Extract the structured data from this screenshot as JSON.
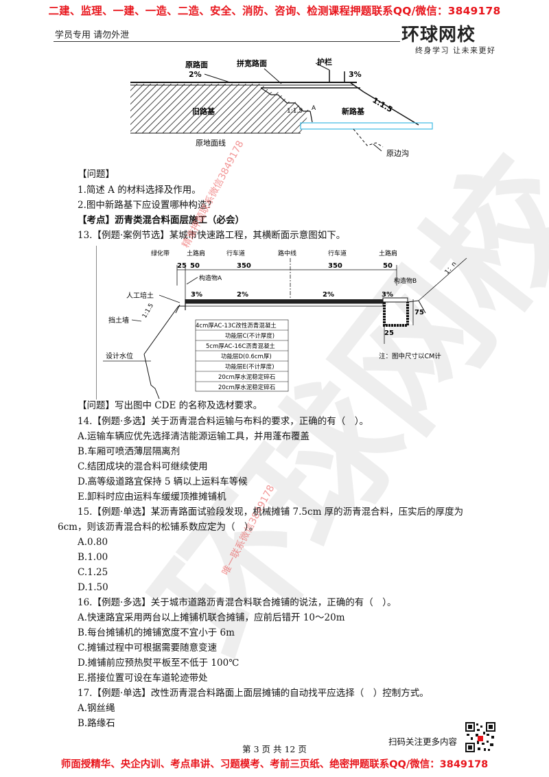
{
  "header": {
    "top_banner": "二建、监理、一建、一造、二造、安全、消防、咨询、检测课程押题联系QQ/微信：3849178",
    "left_note": "学员专用 请勿外泄",
    "logo_main": "环球网校",
    "logo_sub": "终身学习 让未来更好"
  },
  "diagram1": {
    "labels": {
      "old_surface": "原路面",
      "old_slope": "2%",
      "widened_surface": "拼宽路面",
      "guardrail": "护栏",
      "guard_slope": "3%",
      "slope_ratio_right": "1:1.5",
      "slope_ratio_step": "1:1.5",
      "marker_a": "A",
      "old_subgrade": "旧路基",
      "new_subgrade": "新路基",
      "ground_line": "原地面线",
      "old_ditch": "原边沟"
    }
  },
  "section1": {
    "question_head": "【问题】",
    "q1": "1.简述 A 的材料选择及作用。",
    "q2": "2.图中新路基下应设置哪种构造？",
    "topic": "【考点】沥青类混合料面层施工（必会）",
    "q13": "13.【例题·案例节选】某城市快速路工程，其横断面示意图如下。"
  },
  "diagram2": {
    "labels": {
      "green_belt": "绿化带",
      "shoulder_left": "土路肩",
      "lane_left": "行车道",
      "centerline": "路中线",
      "lane_right": "行车道",
      "shoulder_right": "土路肩",
      "dim_25": "25",
      "dim_50_left": "50",
      "dim_350_left": "350",
      "dim_350_right": "350",
      "dim_50_right": "50",
      "struct_a": "构造物A",
      "struct_b": "构造物B",
      "slope_1n": "1：n",
      "fill": "人工培土",
      "slope_3_left": "3%",
      "slope_2_left": "2%",
      "slope_2_right": "2%",
      "slope_3_right": "3%",
      "dim_75": "75",
      "dim_25_bottom": "25",
      "slope_115": "1:1.5",
      "retaining_wall": "挡土墙",
      "water_level": "设计水位",
      "note": "注：图中尺寸以CM计"
    },
    "layers": [
      "4cm厚AC-13C改性沥青混凝土",
      "功能层C(不计厚度)",
      "5cm厚AC-16C沥青混凝土",
      "功能层D(0.6cm厚)",
      "功能层E(不计厚度)",
      "20cm厚水泥稳定碎石",
      "20cm厚水泥稳定碎石"
    ]
  },
  "section2": {
    "q13_question": "【问题】写出图中 CDE 的名称及选材要求。",
    "q14": "14.【例题·多选】关于沥青混合料运输与布料的要求，正确的有（　）。",
    "q14_a": "A.运输车辆应优先选择清洁能源运输工具，并用蓬布覆盖",
    "q14_b": "B.车厢可喷洒薄层隔离剂",
    "q14_c": "C.结团成块的混合料可继续使用",
    "q14_d": "D.高等级道路宜保持 5 辆以上运料车等候",
    "q14_e": "E.卸料时应由运料车缓缓顶推摊铺机",
    "q15_line1": "15.【例题·单选】某沥青路面试验段发现，机械摊铺 7.5cm 厚的沥青混合料，压实后的厚度为",
    "q15_line2": "6cm，则该沥青混合料的松铺系数应定为（　）。",
    "q15_a": "A.0.80",
    "q15_b": "B.1.00",
    "q15_c": "C.1.25",
    "q15_d": "D.1.50",
    "q16": "16.【例题·多选】关于城市道路沥青混合料联合摊铺的说法，正确的有（　）。",
    "q16_a": "A.快速路宜采用两台以上摊铺机联合摊铺，应前后错开 10～20m",
    "q16_b": "B.每台摊铺机的摊铺宽度不宜小于 6m",
    "q16_c": "C.摊铺过程中可根据需要随意变速",
    "q16_d": "D.摊铺前应预热熨平板至不低于 100℃",
    "q16_e": "E.搭接位置可设在车道轮迹带处",
    "q17": "17.【例题·单选】改性沥青混合料路面上面层摊铺的自动找平应选择（　）控制方式。",
    "q17_a": "A.钢丝绳",
    "q17_b": "B.路缘石"
  },
  "watermarks": {
    "wm1": "精准押题联系微信3849178",
    "wm2": "唯一联系微信3849178",
    "big": "环球网校"
  },
  "footer": {
    "page": "第 3 页 共 12 页",
    "scan": "扫码关注更多内容",
    "bottom_banner": "师面授精华、央企内训、考点串讲、习题模考、考前三页纸、绝密押题联系QQ/微信：3849178"
  }
}
